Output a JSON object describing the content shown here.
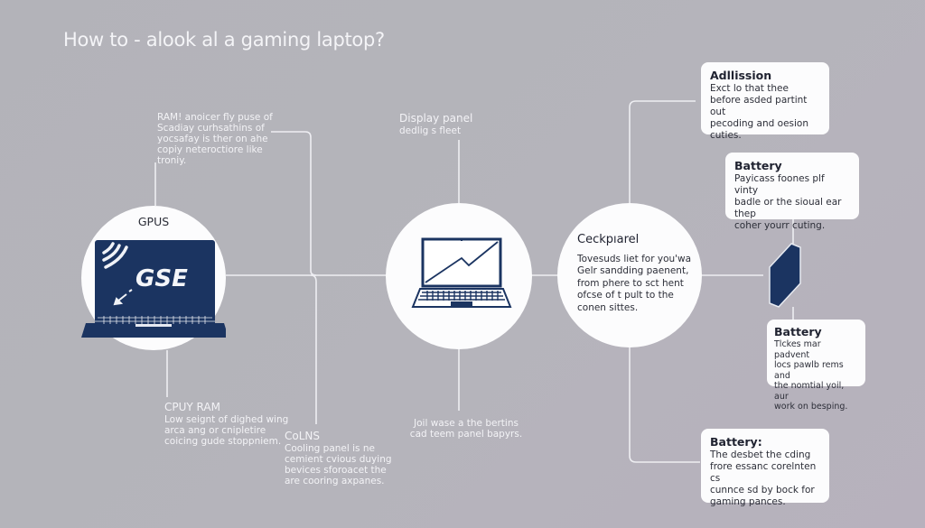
{
  "title": "How to - alook al a gaming laptop?",
  "colors": {
    "background": "#b4b3ba",
    "accent_navy": "#1b3461",
    "card_bg": "#fcfcfd",
    "line": "#f0f0f4"
  },
  "left_column": {
    "ram_note": {
      "lines": [
        "RAM! anoicer fly puse of",
        "Scadiay curhsathins of",
        "yocsafay is ther on ahe",
        "copiy neteroctiore like",
        "troniy."
      ]
    },
    "gpu_node": {
      "label": "GPUS",
      "screen_text": "GSE",
      "icon": "laptop-icon"
    },
    "cpu_ram_note": {
      "heading": "CPUY RAM",
      "lines": [
        "Low seignt of dighed wing",
        "arca ang or cnipletire",
        "coicing gude stoppniem."
      ]
    },
    "cooling_note": {
      "heading": "CoLNS",
      "lines": [
        "Cooling panel is ne",
        "cemient cvious duying",
        "bevices sforoacet the",
        "are cooring axpanes."
      ]
    }
  },
  "center_column": {
    "display_note": {
      "heading": "Display panel",
      "lines": [
        "dedlig s fleet"
      ]
    },
    "display_node": {
      "icon": "laptop-chart-icon"
    },
    "bottom_note": {
      "lines": [
        "Joil wase a the bertins",
        "cad teem panel bapyrs."
      ]
    }
  },
  "checkpanel_node": {
    "heading": "Ceckpıarel",
    "lines": [
      "Tovesuds liet for you'wa",
      "Gelr sandding paenent,",
      "from phere to sct hent",
      "ofcse of t pult to the",
      "conen sittes."
    ]
  },
  "right_column": {
    "cards": [
      {
        "heading": "Adllission",
        "lines": [
          "Exct lo that thee",
          "before asded partint out",
          "pecoding and oesion",
          "cuties."
        ]
      },
      {
        "heading": "Battery",
        "lines": [
          "Payicass foones plf vinty",
          "badle or the sioual ear thep",
          "coher yourr cuting."
        ]
      },
      {
        "heading": "Battery",
        "lines": [
          "Tlckes mar padvent",
          "locs pawlb rems and",
          "the nomtial yoil, aur",
          "work on besping."
        ]
      },
      {
        "heading": "Battery:",
        "lines": [
          "The desbet the cding",
          "frore essanc corelnten cs",
          "cunnce sd by bock for",
          "gaming pances."
        ]
      }
    ],
    "battery_shape": {
      "icon": "battery-hexagon-icon"
    }
  }
}
